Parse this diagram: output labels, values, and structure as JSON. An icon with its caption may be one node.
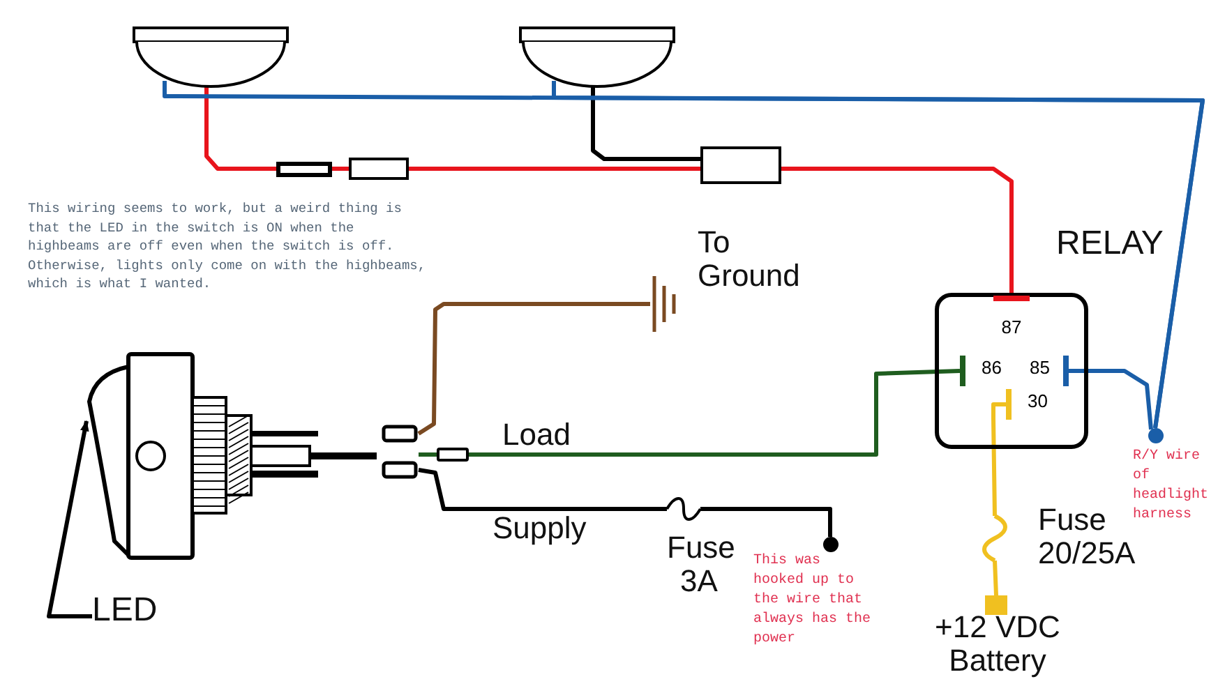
{
  "diagram": {
    "nodes": [
      {
        "text": [],
        "shape": "picture"
      },
      {
        "text": [],
        "shape": "picture"
      },
      {
        "text": [],
        "shape": "box"
      },
      {
        "text": [],
        "shape": "box"
      },
      {
        "text": [],
        "shape": "box"
      },
      {
        "text": [
          "RELAY"
        ]
      },
      {
        "text": [
          "87"
        ],
        "in": 5
      },
      {
        "text": [
          "86"
        ],
        "in": 5
      },
      {
        "text": [
          "85"
        ],
        "in": 5
      },
      {
        "text": [
          "30"
        ],
        "in": 5
      },
      {
        "text": [],
        "shape": "picture",
        "beside": [
          "To Ground"
        ]
      },
      {
        "text": [],
        "shape": "picture"
      },
      {
        "text": [
          "LED"
        ]
      },
      {
        "text": [],
        "shape": "circle",
        "beside": [
          "R/Y wire of headlight harness"
        ]
      },
      {
        "text": [],
        "shape": "picture",
        "beside": [
          "Fuse 3A"
        ]
      },
      {
        "text": [],
        "shape": "circle",
        "beside": [
          "This was hooked up to the wire that always has the power"
        ]
      },
      {
        "text": [],
        "shape": "picture",
        "beside": [
          "Fuse 20/25A"
        ]
      },
      {
        "text": [],
        "shape": "box",
        "beside": [
          "+12 VDC Battery"
        ]
      }
    ],
    "edges": [
      {
        "from": 0,
        "to": 2,
        "arrow": "none",
        "color": "#e8141c"
      },
      {
        "from": 2,
        "to": 3,
        "arrow": "none",
        "color": "#e8141c"
      },
      {
        "from": 3,
        "to": 4,
        "arrow": "none",
        "color": "#e8141c"
      },
      {
        "from": 4,
        "to": 6,
        "arrow": "none",
        "color": "#e8141c"
      },
      {
        "from": 1,
        "to": 4,
        "arrow": "none",
        "color": "#000000"
      },
      {
        "from": 0,
        "to": 13,
        "arrow": "none",
        "color": "#1a5ea8"
      },
      {
        "from": 1,
        "to": 13,
        "arrow": "none",
        "color": "#1a5ea8"
      },
      {
        "from": 8,
        "to": 13,
        "arrow": "none",
        "color": "#1a5ea8"
      },
      {
        "from": 11,
        "to": 10,
        "arrow": "none",
        "color": "#7a4a22"
      },
      {
        "from": 11,
        "to": 7,
        "arrow": "none",
        "label": "Load",
        "color": "#1f5d1f"
      },
      {
        "from": 11,
        "to": 14,
        "arrow": "none",
        "label": "Supply",
        "color": "#000000"
      },
      {
        "from": 14,
        "to": 15,
        "arrow": "none",
        "color": "#000000"
      },
      {
        "from": 9,
        "to": 16,
        "arrow": "none",
        "color": "#f0c020"
      },
      {
        "from": 16,
        "to": 17,
        "arrow": "none",
        "color": "#f0c020"
      },
      {
        "from": 12,
        "to": 11,
        "arrow": "to",
        "color": "#000000"
      }
    ],
    "labels": [
      "This wiring seems to work, but a weird thing is that the LED in the switch is ON when the highbeams are off even when the switch is off. Otherwise, lights only come on with the highbeams, which is what I wanted."
    ]
  }
}
